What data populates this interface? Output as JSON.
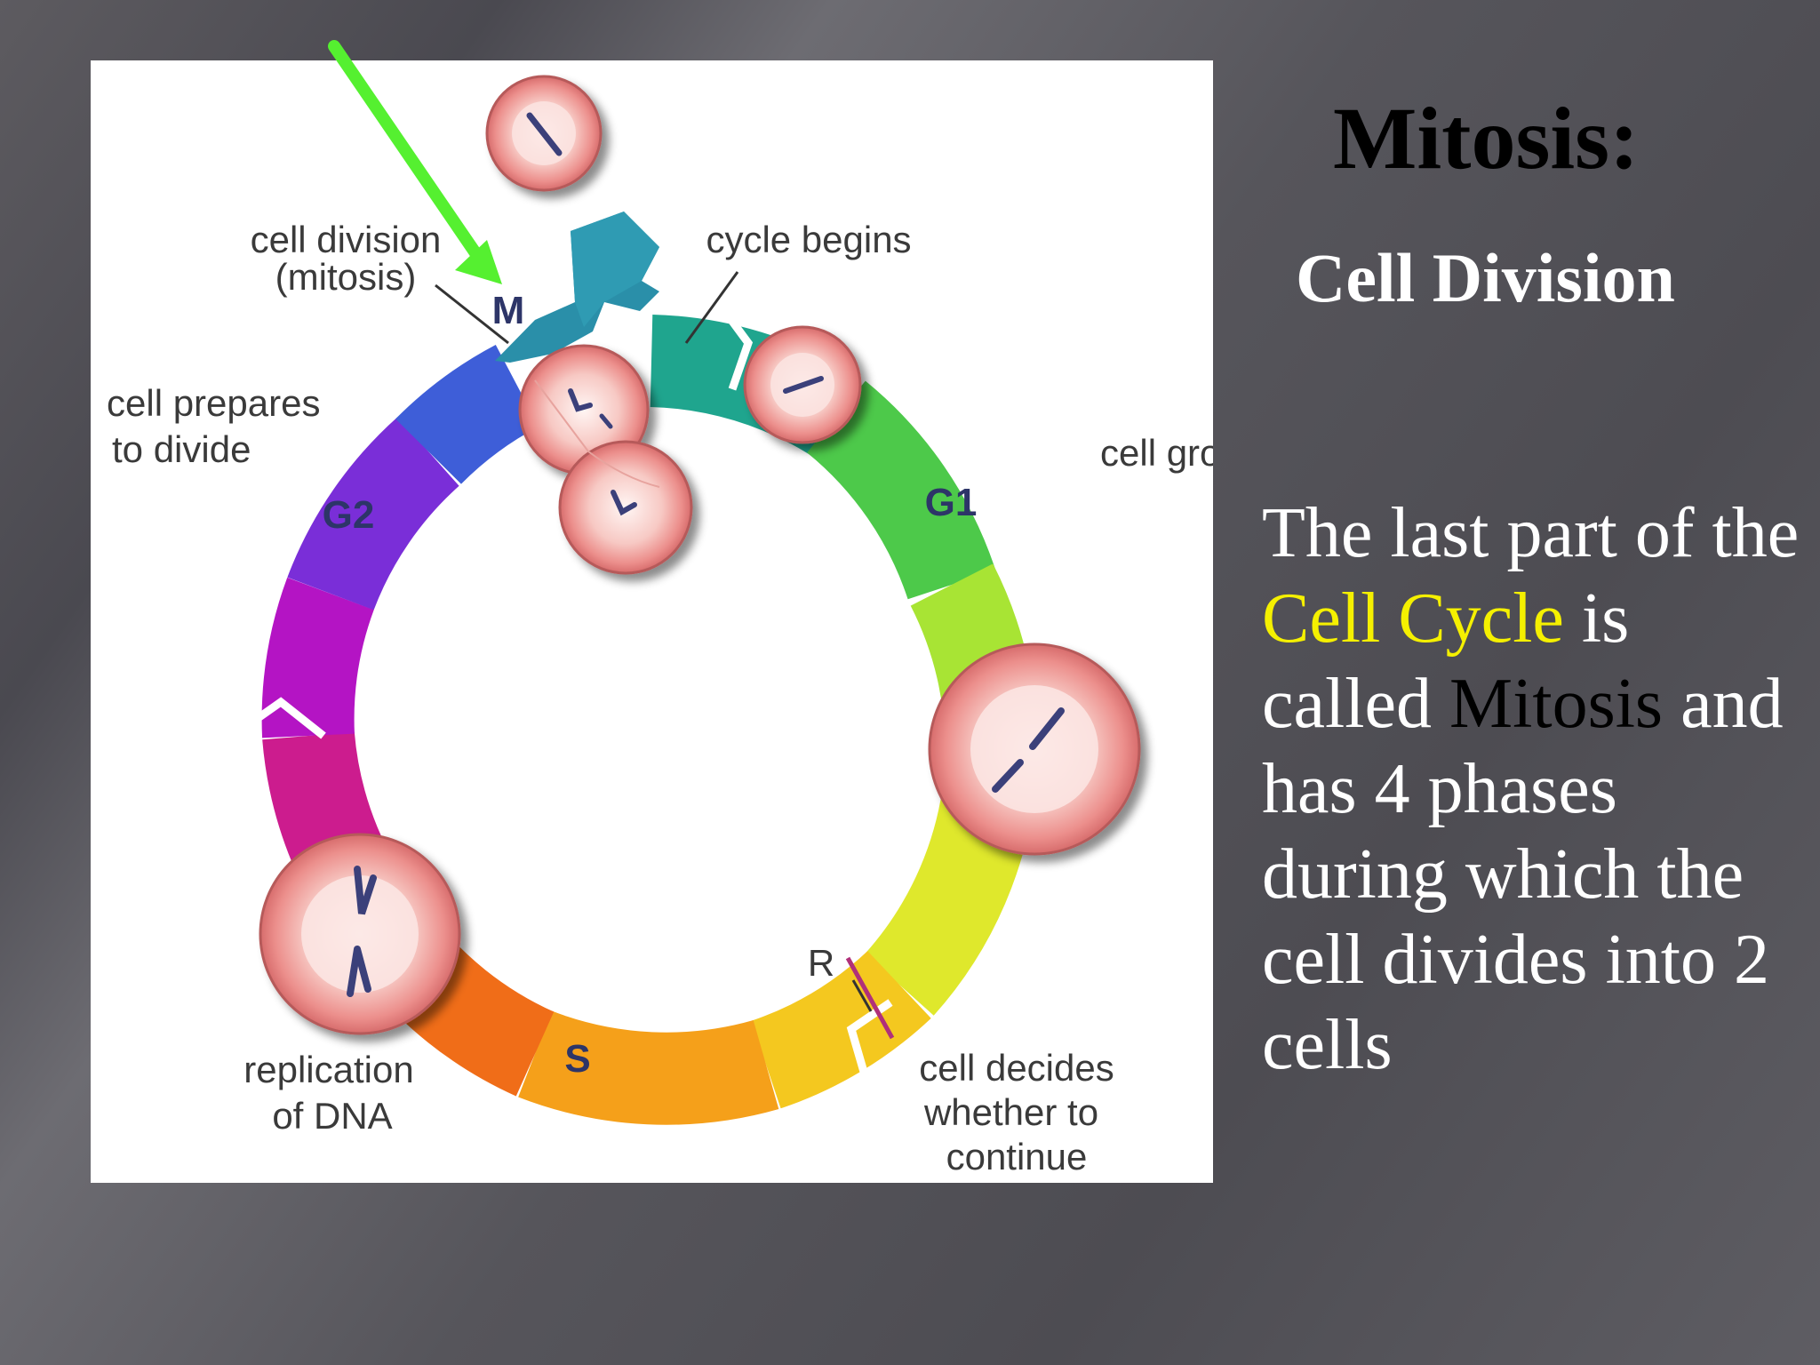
{
  "slide": {
    "title": "Mitosis:",
    "subtitle": "Cell Division",
    "body": {
      "part1": "The last part of the ",
      "highlight1": "Cell Cycle",
      "part2": " is called ",
      "highlight2": "Mitosis",
      "part3": " and has 4 phases during which the cell divides into 2 cells"
    },
    "colors": {
      "highlight_yellow": "#f5f000",
      "highlight_black": "#000000",
      "arrow_green": "#55f030"
    }
  },
  "diagram": {
    "phases": {
      "m": "M",
      "g1": "G1",
      "s": "S",
      "g2": "G2",
      "r": "R"
    },
    "labels": {
      "cell_division_line1": "cell division",
      "cell_division_line2": "(mitosis)",
      "cycle_begins": "cycle begins",
      "cell_prepares_line1": "cell prepares",
      "cell_prepares_line2": "to divide",
      "cell_grows": "cell grows",
      "replication_line1": "replication",
      "replication_line2": "of DNA",
      "decides_line1": "cell decides",
      "decides_line2": "whether to",
      "decides_line3": "continue"
    }
  }
}
